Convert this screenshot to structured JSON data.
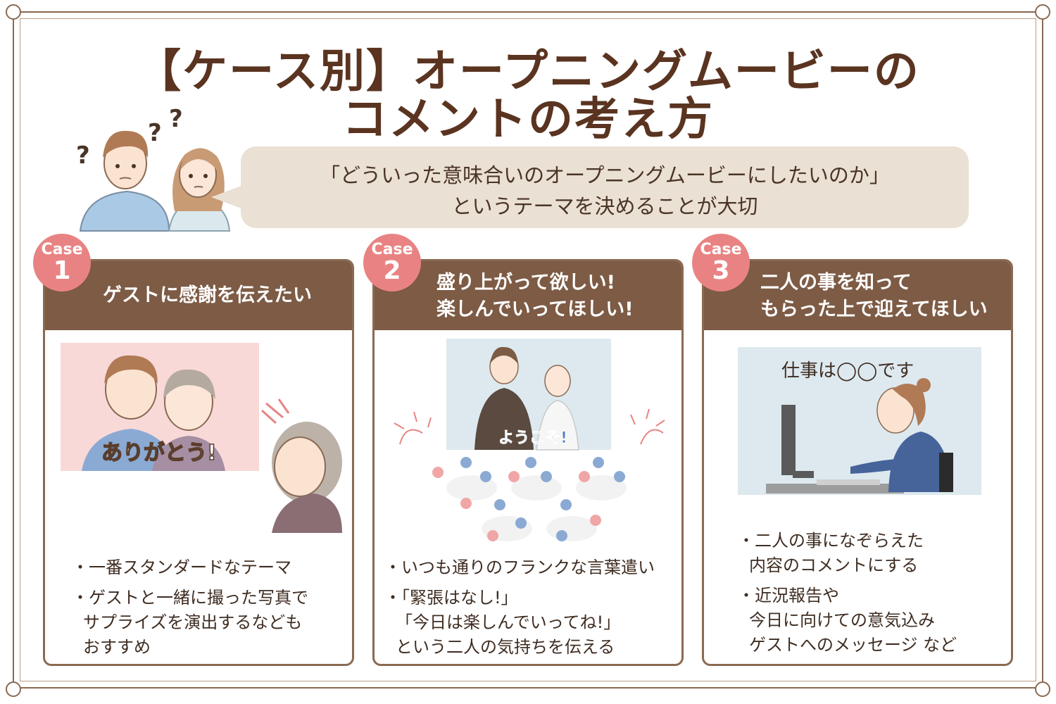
{
  "title": {
    "line1": "【ケース別】オープニングムービーの",
    "line2": "コメントの考え方"
  },
  "intro": {
    "question_mark": "?",
    "line1": "「どういった意味合いのオープニングムービーにしたいのか」",
    "line2": "というテーマを決めることが大切"
  },
  "cases": [
    {
      "case_label": "Case",
      "number": "1",
      "heading": [
        "ゲストに感謝を伝えたい"
      ],
      "illustration_text": "ありがとう!",
      "bullets": [
        [
          "・一番スタンダードなテーマ"
        ],
        [
          "・ゲストと一緒に撮った写真で",
          "サプライズを演出するなども",
          "おすすめ"
        ]
      ]
    },
    {
      "case_label": "Case",
      "number": "2",
      "heading": [
        "盛り上がって欲しい!",
        "楽しんでいってほしい!"
      ],
      "illustration_text": "ようこそ!",
      "bullets": [
        [
          "・いつも通りのフランクな言葉遣い"
        ],
        [
          "・「緊張はなし!」",
          "「今日は楽しんでいってね!」",
          "という二人の気持ちを伝える"
        ]
      ]
    },
    {
      "case_label": "Case",
      "number": "3",
      "heading": [
        "二人の事を知って",
        "もらった上で迎えてほしい"
      ],
      "illustration_text": "仕事は◯◯です",
      "bullets": [
        [
          "・二人の事になぞらえた",
          "内容のコメントにする"
        ],
        [
          "・近況報告や",
          "今日に向けての意気込み",
          "ゲストへのメッセージ など"
        ]
      ]
    }
  ],
  "colors": {
    "brown_dark": "#5a3420",
    "brown_header": "#7d5b45",
    "bubble_beige": "#eae0d3",
    "badge_pink": "#e98383",
    "screen_pink": "#f9d9d8",
    "screen_blue": "#dde9ef"
  }
}
